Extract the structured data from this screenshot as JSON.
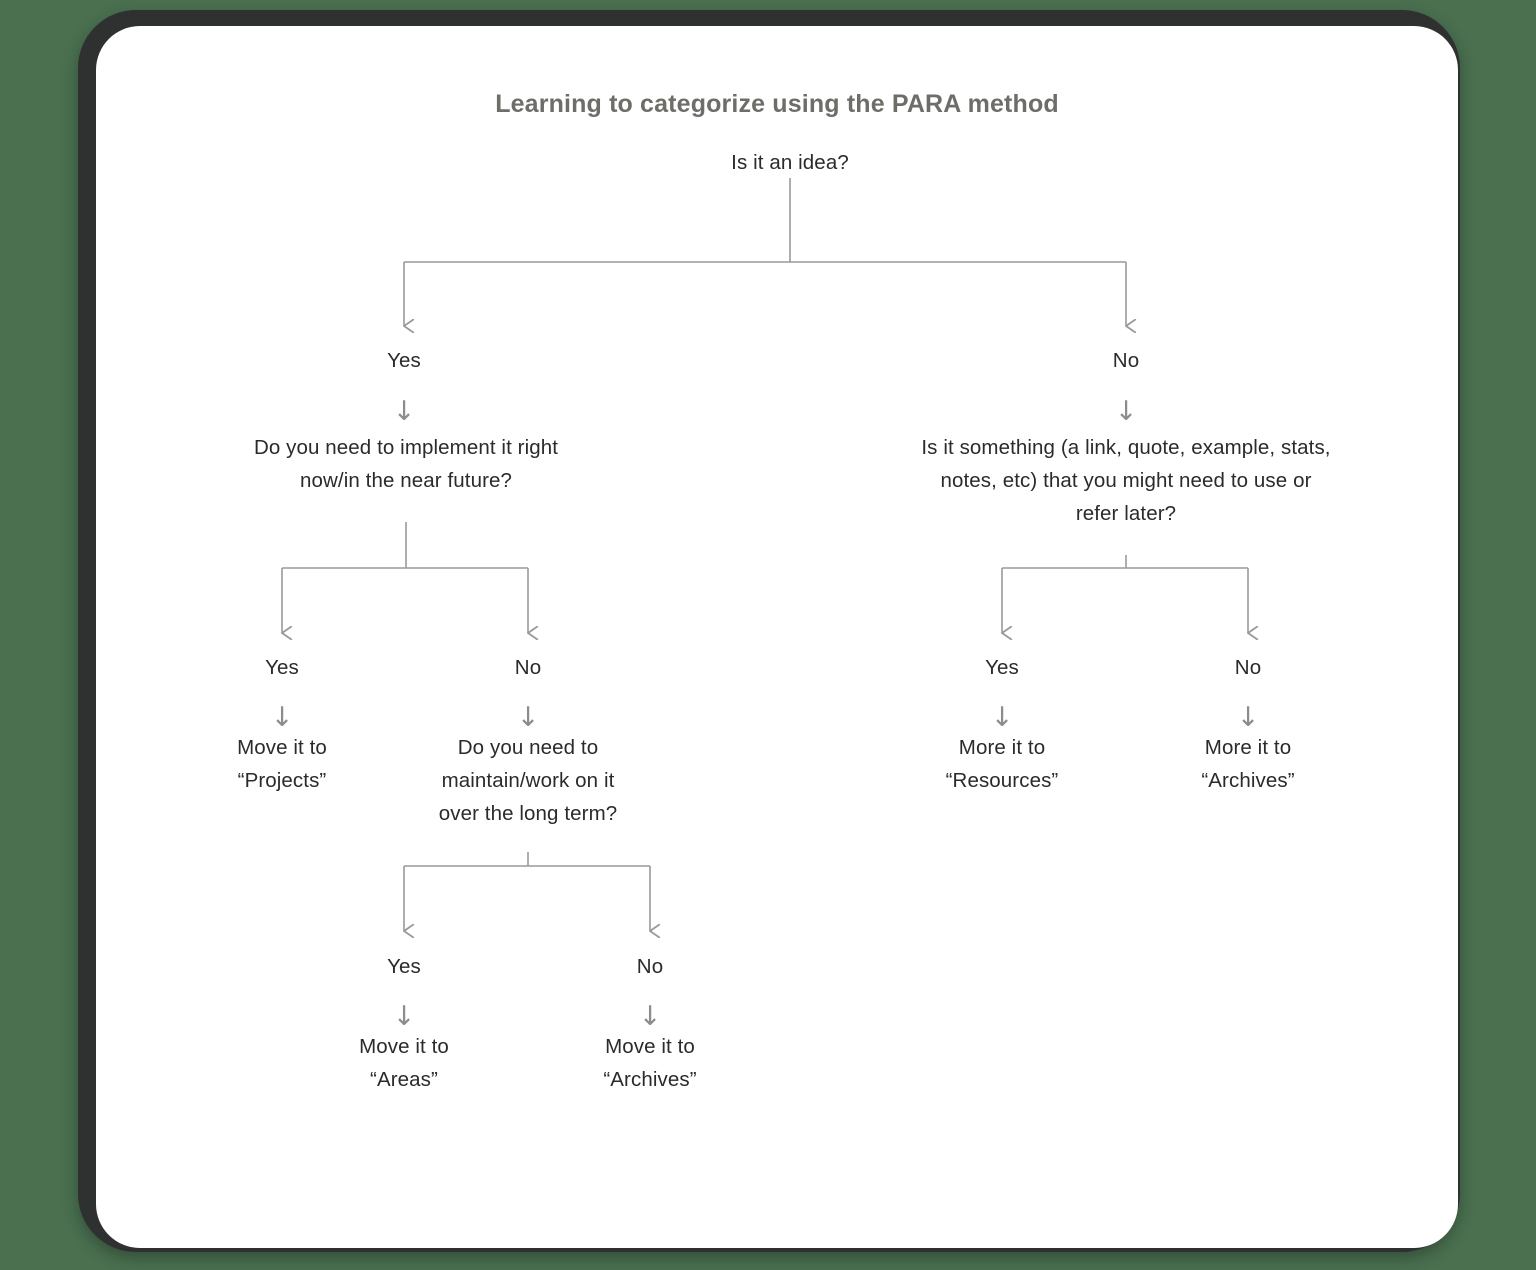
{
  "canvas": {
    "background_color": "#4a7050",
    "card_background": "#ffffff",
    "card_border_color": "#2e3130",
    "line_color": "#9a9a9a",
    "text_color": "#2b2b2b",
    "title_color": "#6e6e69"
  },
  "title": "Learning to categorize using the PARA method",
  "chart_data": {
    "type": "diagram",
    "subtype": "decision-tree-flowchart",
    "title": "Learning to categorize using the PARA method",
    "nodes": [
      {
        "id": "q-root",
        "label": "Is it an idea?",
        "kind": "question"
      },
      {
        "id": "lbl-yes-1",
        "label": "Yes",
        "kind": "edge-label"
      },
      {
        "id": "lbl-no-1",
        "label": "No",
        "kind": "edge-label"
      },
      {
        "id": "q-implement",
        "label": "Do you need to implement it right now/in the near future?",
        "kind": "question"
      },
      {
        "id": "q-something",
        "label": "Is it something (a link, quote, example, stats, notes, etc) that you might need to use or refer later?",
        "kind": "question"
      },
      {
        "id": "lbl-yes-2",
        "label": "Yes",
        "kind": "edge-label"
      },
      {
        "id": "lbl-no-2",
        "label": "No",
        "kind": "edge-label"
      },
      {
        "id": "lbl-yes-3",
        "label": "Yes",
        "kind": "edge-label"
      },
      {
        "id": "lbl-no-3",
        "label": "No",
        "kind": "edge-label"
      },
      {
        "id": "out-projects",
        "label": "Move it to “Projects”",
        "kind": "outcome"
      },
      {
        "id": "q-maintain",
        "label": "Do you need to maintain/work on it over the long term?",
        "kind": "question"
      },
      {
        "id": "out-resources",
        "label": "More it to “Resources”",
        "kind": "outcome"
      },
      {
        "id": "out-archives-r",
        "label": "More it to “Archives”",
        "kind": "outcome"
      },
      {
        "id": "lbl-yes-4",
        "label": "Yes",
        "kind": "edge-label"
      },
      {
        "id": "lbl-no-4",
        "label": "No",
        "kind": "edge-label"
      },
      {
        "id": "out-areas",
        "label": "Move it to “Areas”",
        "kind": "outcome"
      },
      {
        "id": "out-archives-b",
        "label": "Move it to “Archives”",
        "kind": "outcome"
      }
    ],
    "edges": [
      {
        "from": "q-root",
        "to": "q-implement",
        "label": "Yes"
      },
      {
        "from": "q-root",
        "to": "q-something",
        "label": "No"
      },
      {
        "from": "q-implement",
        "to": "out-projects",
        "label": "Yes"
      },
      {
        "from": "q-implement",
        "to": "q-maintain",
        "label": "No"
      },
      {
        "from": "q-something",
        "to": "out-resources",
        "label": "Yes"
      },
      {
        "from": "q-something",
        "to": "out-archives-r",
        "label": "No"
      },
      {
        "from": "q-maintain",
        "to": "out-areas",
        "label": "Yes"
      },
      {
        "from": "q-maintain",
        "to": "out-archives-b",
        "label": "No"
      }
    ]
  },
  "nodes": {
    "root_question": "Is it an idea?",
    "yes_1": "Yes",
    "no_1": "No",
    "implement_question": "Do you need to implement it right\nnow/in the near future?",
    "something_question": "Is it something (a link, quote, example, stats,\nnotes, etc) that you might need to use or\nrefer later?",
    "yes_2": "Yes",
    "no_2": "No",
    "yes_3": "Yes",
    "no_3": "No",
    "move_projects": "Move it to\n“Projects”",
    "maintain_question": "Do you need to\nmaintain/work on it\nover the long term?",
    "more_resources": "More it to\n“Resources”",
    "more_archives": "More it to\n“Archives”",
    "yes_4": "Yes",
    "no_4": "No",
    "move_areas": "Move it to\n“Areas”",
    "move_archives": "Move it to\n“Archives”"
  },
  "arrow_glyph": "↓"
}
